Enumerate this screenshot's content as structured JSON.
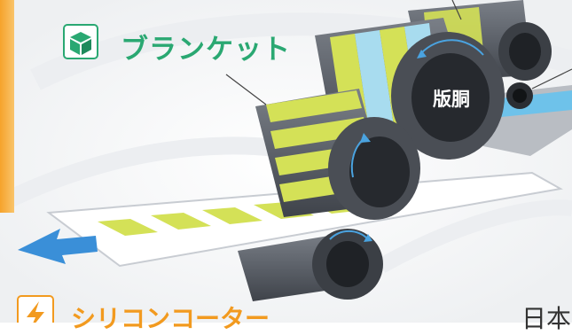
{
  "labels": {
    "blanket": "ブランケット",
    "plate_cylinder": "版胴",
    "silicone_coater": "シリコンコーター",
    "partial_text": "日本"
  },
  "icons": {
    "blanket_section": "cube-icon",
    "coater_section": "lightning-icon"
  },
  "colors": {
    "blanket_green": "#2aa872",
    "coater_orange": "#f29a1f",
    "stripe_yellow": "#d4e157",
    "stripe_blue": "#a8dcef",
    "arrow_blue": "#3a8fd8"
  }
}
